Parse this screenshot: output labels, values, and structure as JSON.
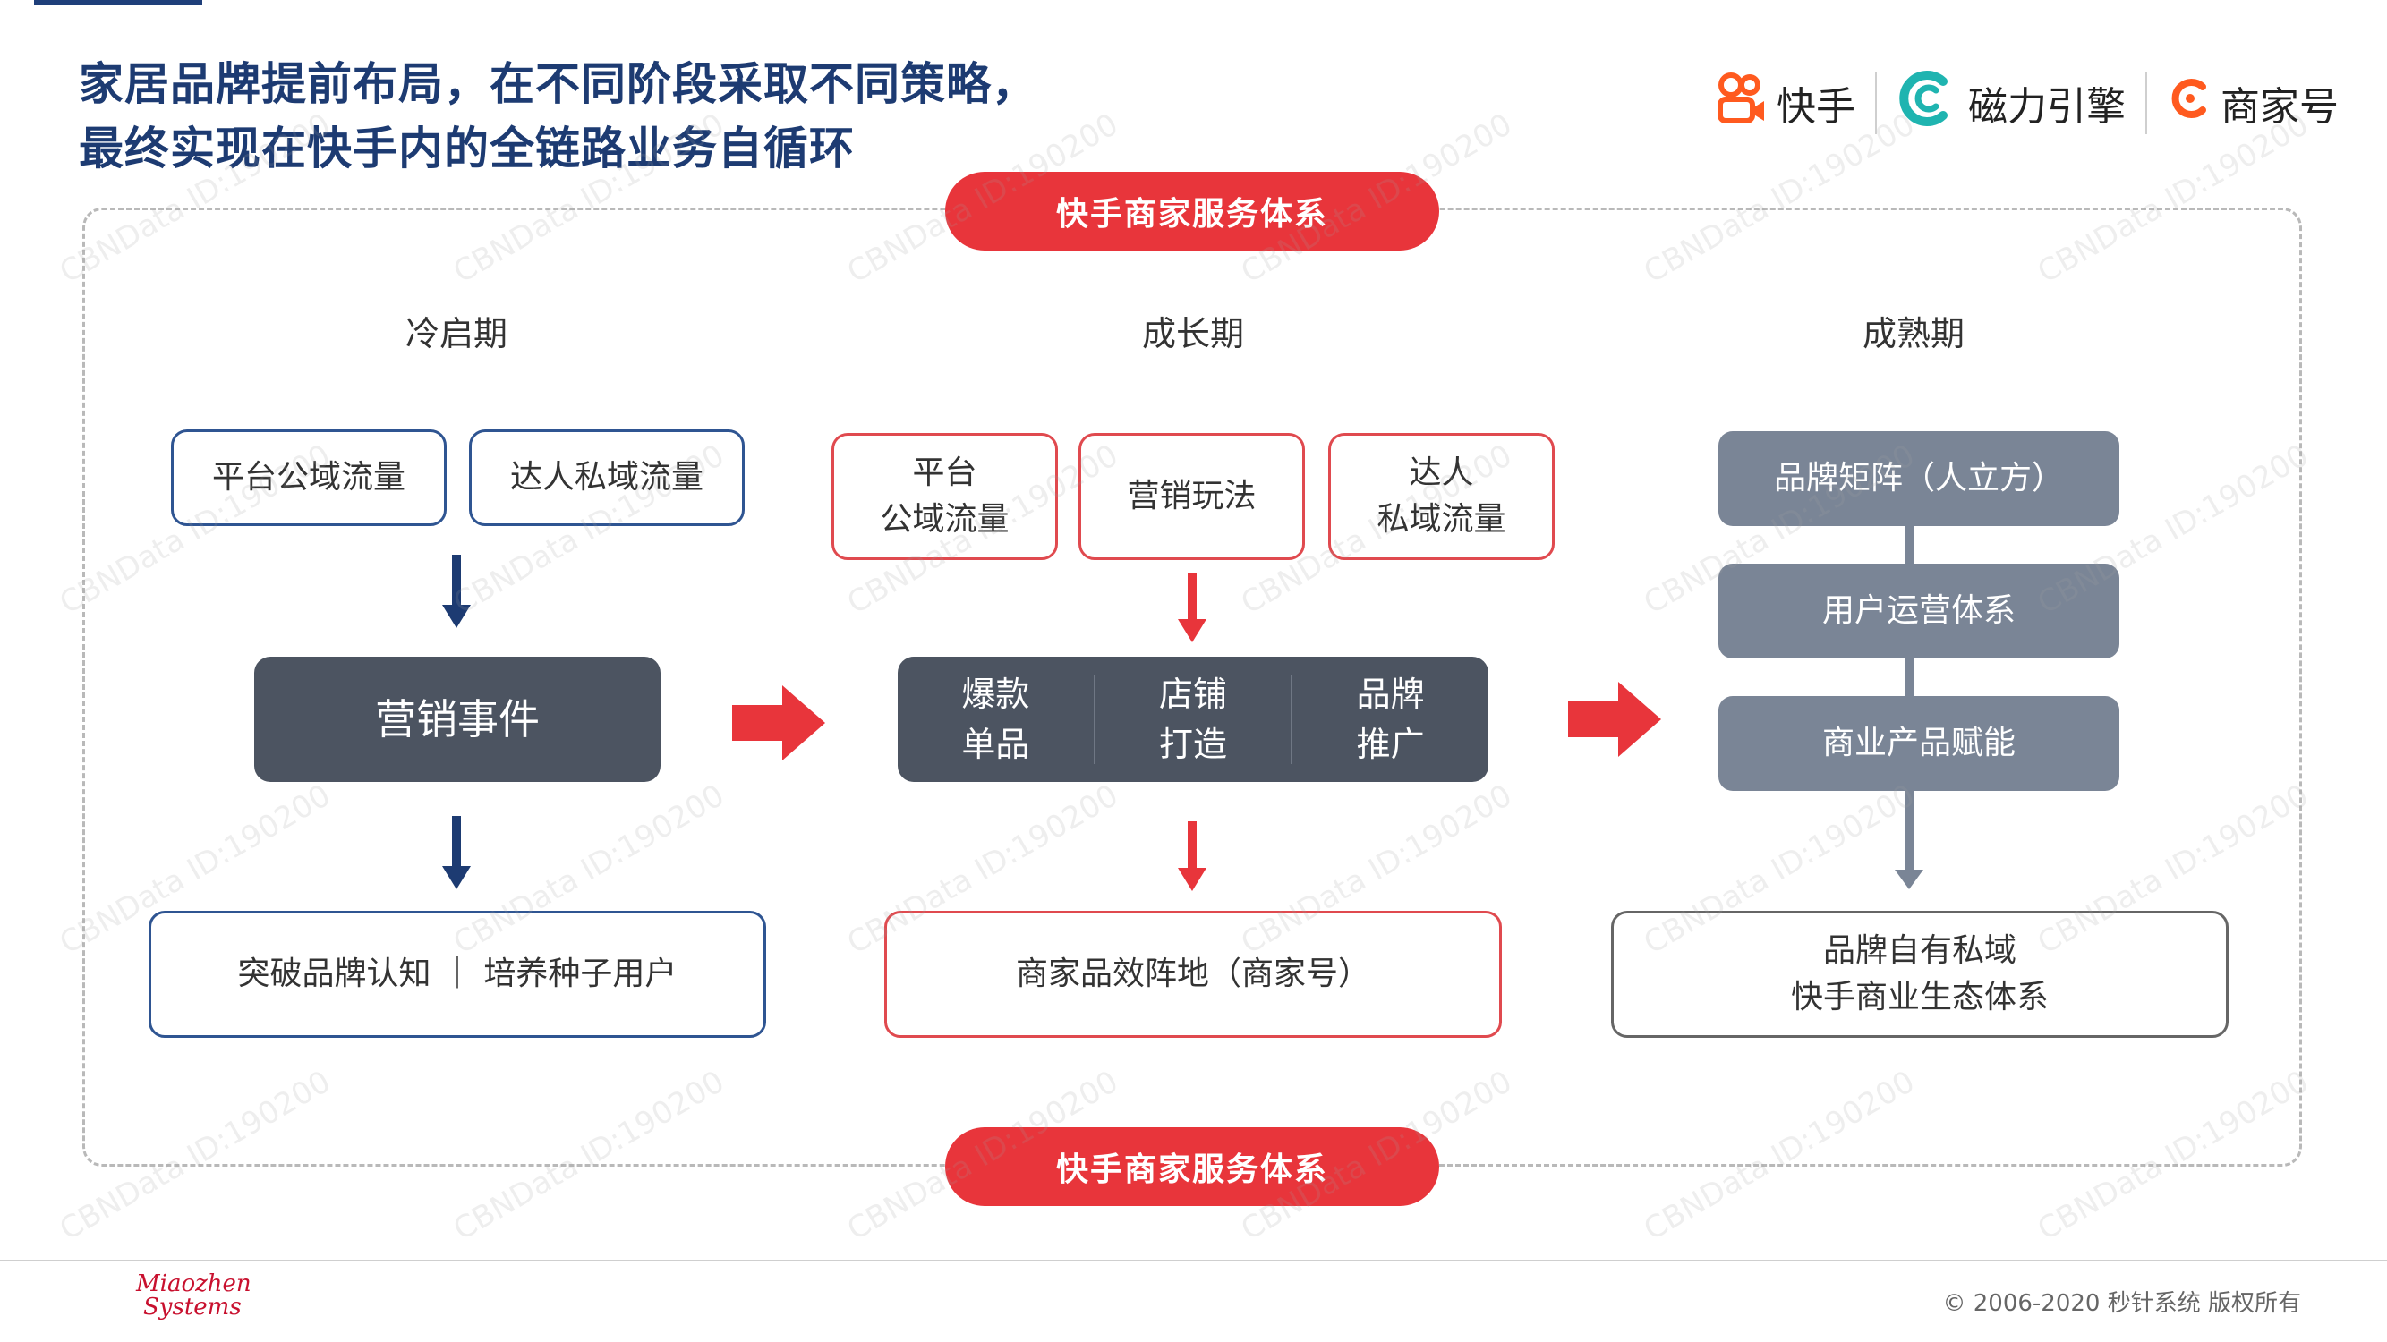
{
  "header": {
    "title_line1": "家居品牌提前布局，在不同阶段采取不同策略，",
    "title_line2": "最终实现在快手内的全链路业务自循环",
    "logos": [
      {
        "label": "快手",
        "icon": "kuaishou-logo-icon"
      },
      {
        "label": "磁力引擎",
        "icon": "magnetic-engine-logo-icon"
      },
      {
        "label": "商家号",
        "icon": "merchant-account-logo-icon"
      }
    ]
  },
  "service_system_label": "快手商家服务体系",
  "stages": {
    "cold_start": {
      "title": "冷启期",
      "sources": [
        "平台公域流量",
        "达人私域流量"
      ],
      "core": "营销事件",
      "result": "突破品牌认知 ｜ 培养种子用户"
    },
    "growth": {
      "title": "成长期",
      "sources": [
        {
          "line1": "平台",
          "line2": "公域流量"
        },
        {
          "line1": "营销玩法",
          "line2": ""
        },
        {
          "line1": "达人",
          "line2": "私域流量"
        }
      ],
      "core": [
        {
          "line1": "爆款",
          "line2": "单品"
        },
        {
          "line1": "店铺",
          "line2": "打造"
        },
        {
          "line1": "品牌",
          "line2": "推广"
        }
      ],
      "result": "商家品效阵地（商家号）"
    },
    "mature": {
      "title": "成熟期",
      "steps": [
        "品牌矩阵（人立方）",
        "用户运营体系",
        "商业产品赋能"
      ],
      "result_line1": "品牌自有私域",
      "result_line2": "快手商业生态体系"
    }
  },
  "footer": {
    "copyright": "© 2006-2020 秒针系统 版权所有",
    "logo_line1": "Miaozhen",
    "logo_line2": "Systems"
  },
  "watermark": "CBNData ID:190200",
  "colors": {
    "accent_red": "#e8353b",
    "navy": "#1d3b72",
    "dark_box": "#4c5461",
    "slate_box": "#7a8596"
  }
}
